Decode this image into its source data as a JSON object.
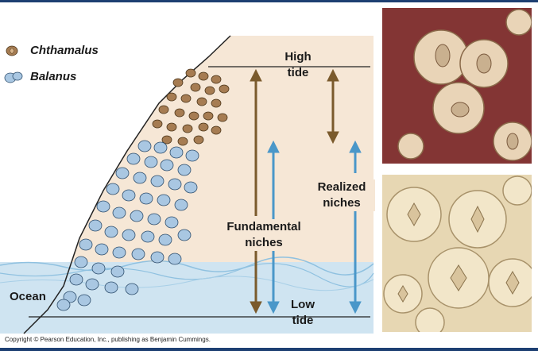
{
  "legend": {
    "species_a": "Chthamalus",
    "species_b": "Balanus"
  },
  "labels": {
    "high_tide_line1": "High",
    "high_tide_line2": "tide",
    "low_tide_line1": "Low",
    "low_tide_line2": "tide",
    "realized_line1": "Realized",
    "realized_line2": "niches",
    "fundamental_line1": "Fundamental",
    "fundamental_line2": "niches",
    "ocean": "Ocean"
  },
  "copyright": "Copyright © Pearson Education, Inc., publishing as Benjamin Cummings.",
  "colors": {
    "chthamalus": "#a67c52",
    "balanus": "#a9c7e2",
    "fundamental_arrow": "#7a5a2c",
    "realized_arrow": "#4a97c9",
    "rock_zone": "#f6e7d6",
    "ocean": "#cfe4f1",
    "frame_rule": "#1d3f72"
  },
  "icons": {
    "chthamalus": "brown-barnacle-icon",
    "balanus": "blue-barnacle-icon"
  }
}
